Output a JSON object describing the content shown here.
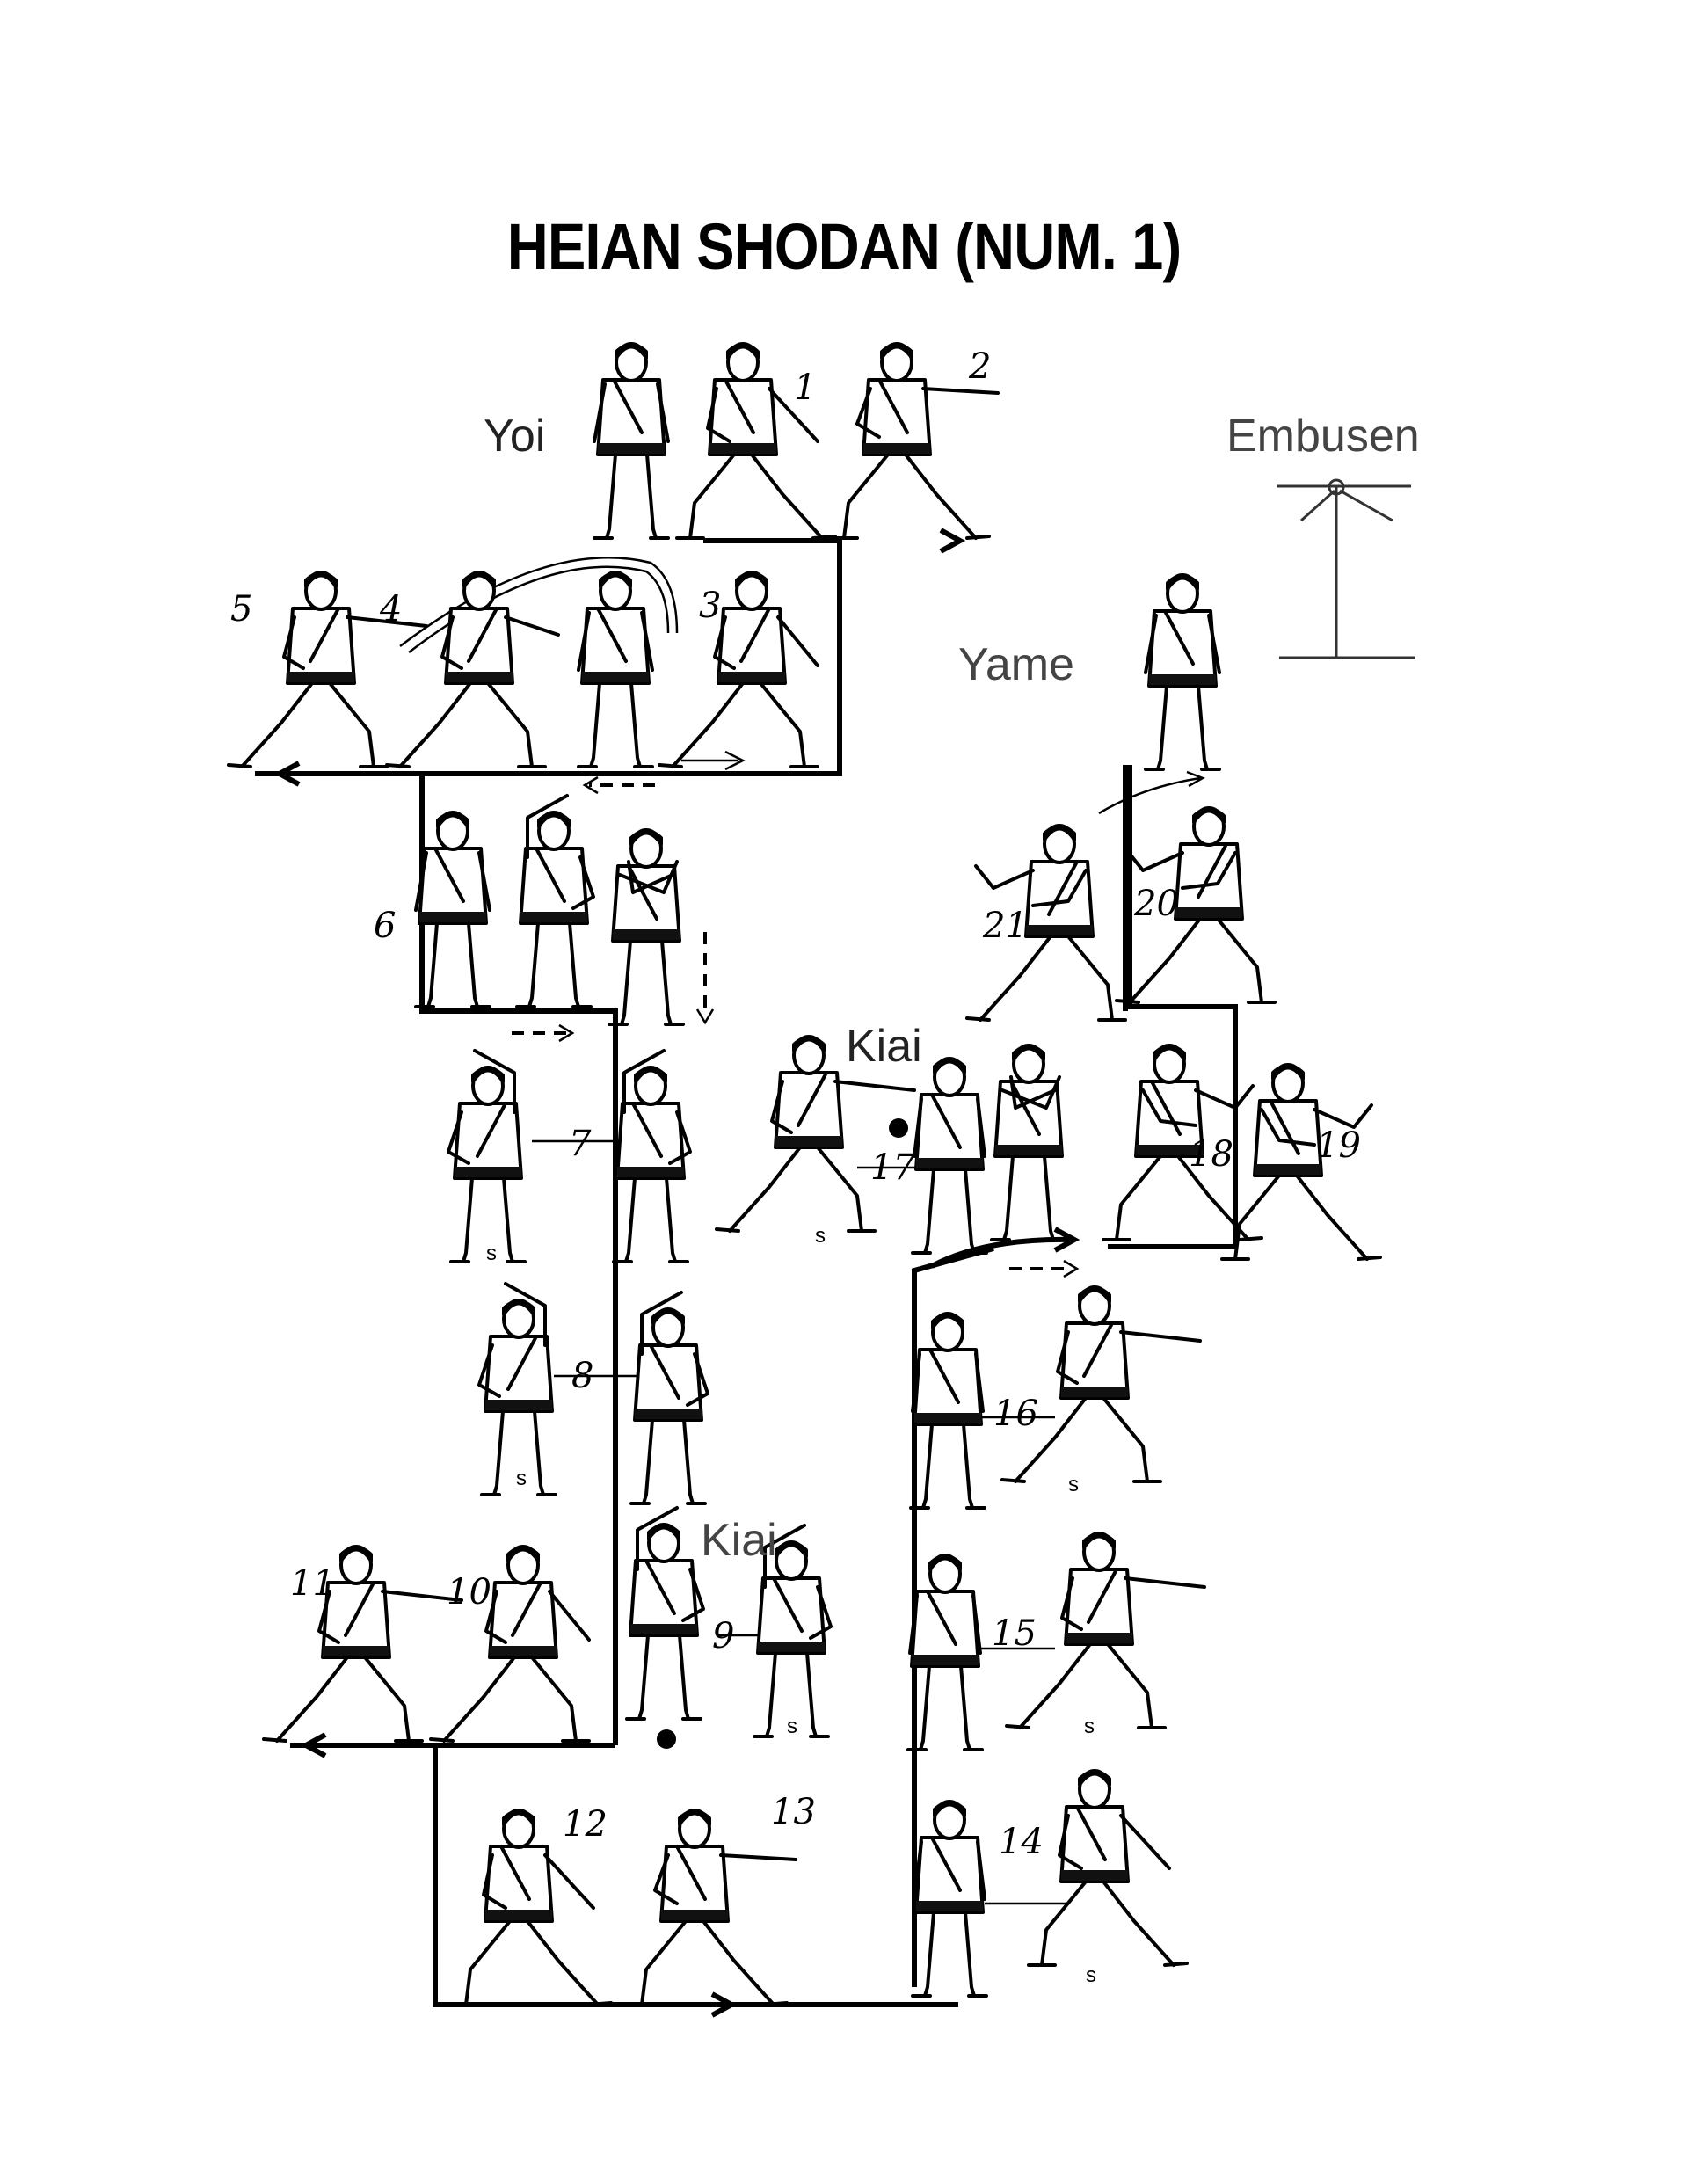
{
  "title": "HEIAN SHODAN (NUM. 1)",
  "labels": {
    "yoi": "Yoi",
    "yame": "Yame",
    "embusen": "Embusen",
    "kiai_1": "Kiai",
    "kiai_2": "Kiai"
  },
  "steps": [
    {
      "n": "1"
    },
    {
      "n": "2"
    },
    {
      "n": "3"
    },
    {
      "n": "4"
    },
    {
      "n": "5"
    },
    {
      "n": "6"
    },
    {
      "n": "7"
    },
    {
      "n": "8"
    },
    {
      "n": "9"
    },
    {
      "n": "10"
    },
    {
      "n": "11"
    },
    {
      "n": "12"
    },
    {
      "n": "13"
    },
    {
      "n": "14"
    },
    {
      "n": "15"
    },
    {
      "n": "16"
    },
    {
      "n": "17"
    },
    {
      "n": "18"
    },
    {
      "n": "19"
    },
    {
      "n": "20"
    },
    {
      "n": "21"
    }
  ],
  "stance_marker": "s",
  "figures": [
    {
      "id": "yoi",
      "pose": "stand"
    },
    {
      "id": "1",
      "pose": "down-block"
    },
    {
      "id": "2",
      "pose": "punch-right"
    },
    {
      "id": "turn-3",
      "pose": "stand"
    },
    {
      "id": "3",
      "pose": "down-block-left"
    },
    {
      "id": "4",
      "pose": "hammer-left"
    },
    {
      "id": "5",
      "pose": "punch-left"
    },
    {
      "id": "6",
      "pose": "stand"
    },
    {
      "id": "6b",
      "pose": "rising"
    },
    {
      "id": "6c",
      "pose": "cross"
    },
    {
      "id": "7",
      "pose": "rising"
    },
    {
      "id": "7b",
      "pose": "rising"
    },
    {
      "id": "8",
      "pose": "rising"
    },
    {
      "id": "8b",
      "pose": "rising"
    },
    {
      "id": "9",
      "pose": "rising"
    },
    {
      "id": "9b",
      "pose": "rising"
    },
    {
      "id": "10",
      "pose": "down-block-left"
    },
    {
      "id": "11",
      "pose": "punch-left"
    },
    {
      "id": "12",
      "pose": "down-block"
    },
    {
      "id": "13",
      "pose": "punch-right"
    },
    {
      "id": "14",
      "pose": "back"
    },
    {
      "id": "14b",
      "pose": "down-block"
    },
    {
      "id": "15",
      "pose": "back"
    },
    {
      "id": "15b",
      "pose": "punch-left"
    },
    {
      "id": "16",
      "pose": "back"
    },
    {
      "id": "16b",
      "pose": "punch-left"
    },
    {
      "id": "17",
      "pose": "punch-left"
    },
    {
      "id": "17b",
      "pose": "back"
    },
    {
      "id": "17c",
      "pose": "cross"
    },
    {
      "id": "18",
      "pose": "knife"
    },
    {
      "id": "19",
      "pose": "knife"
    },
    {
      "id": "20",
      "pose": "knife"
    },
    {
      "id": "21",
      "pose": "knife"
    },
    {
      "id": "yame",
      "pose": "stand"
    }
  ]
}
